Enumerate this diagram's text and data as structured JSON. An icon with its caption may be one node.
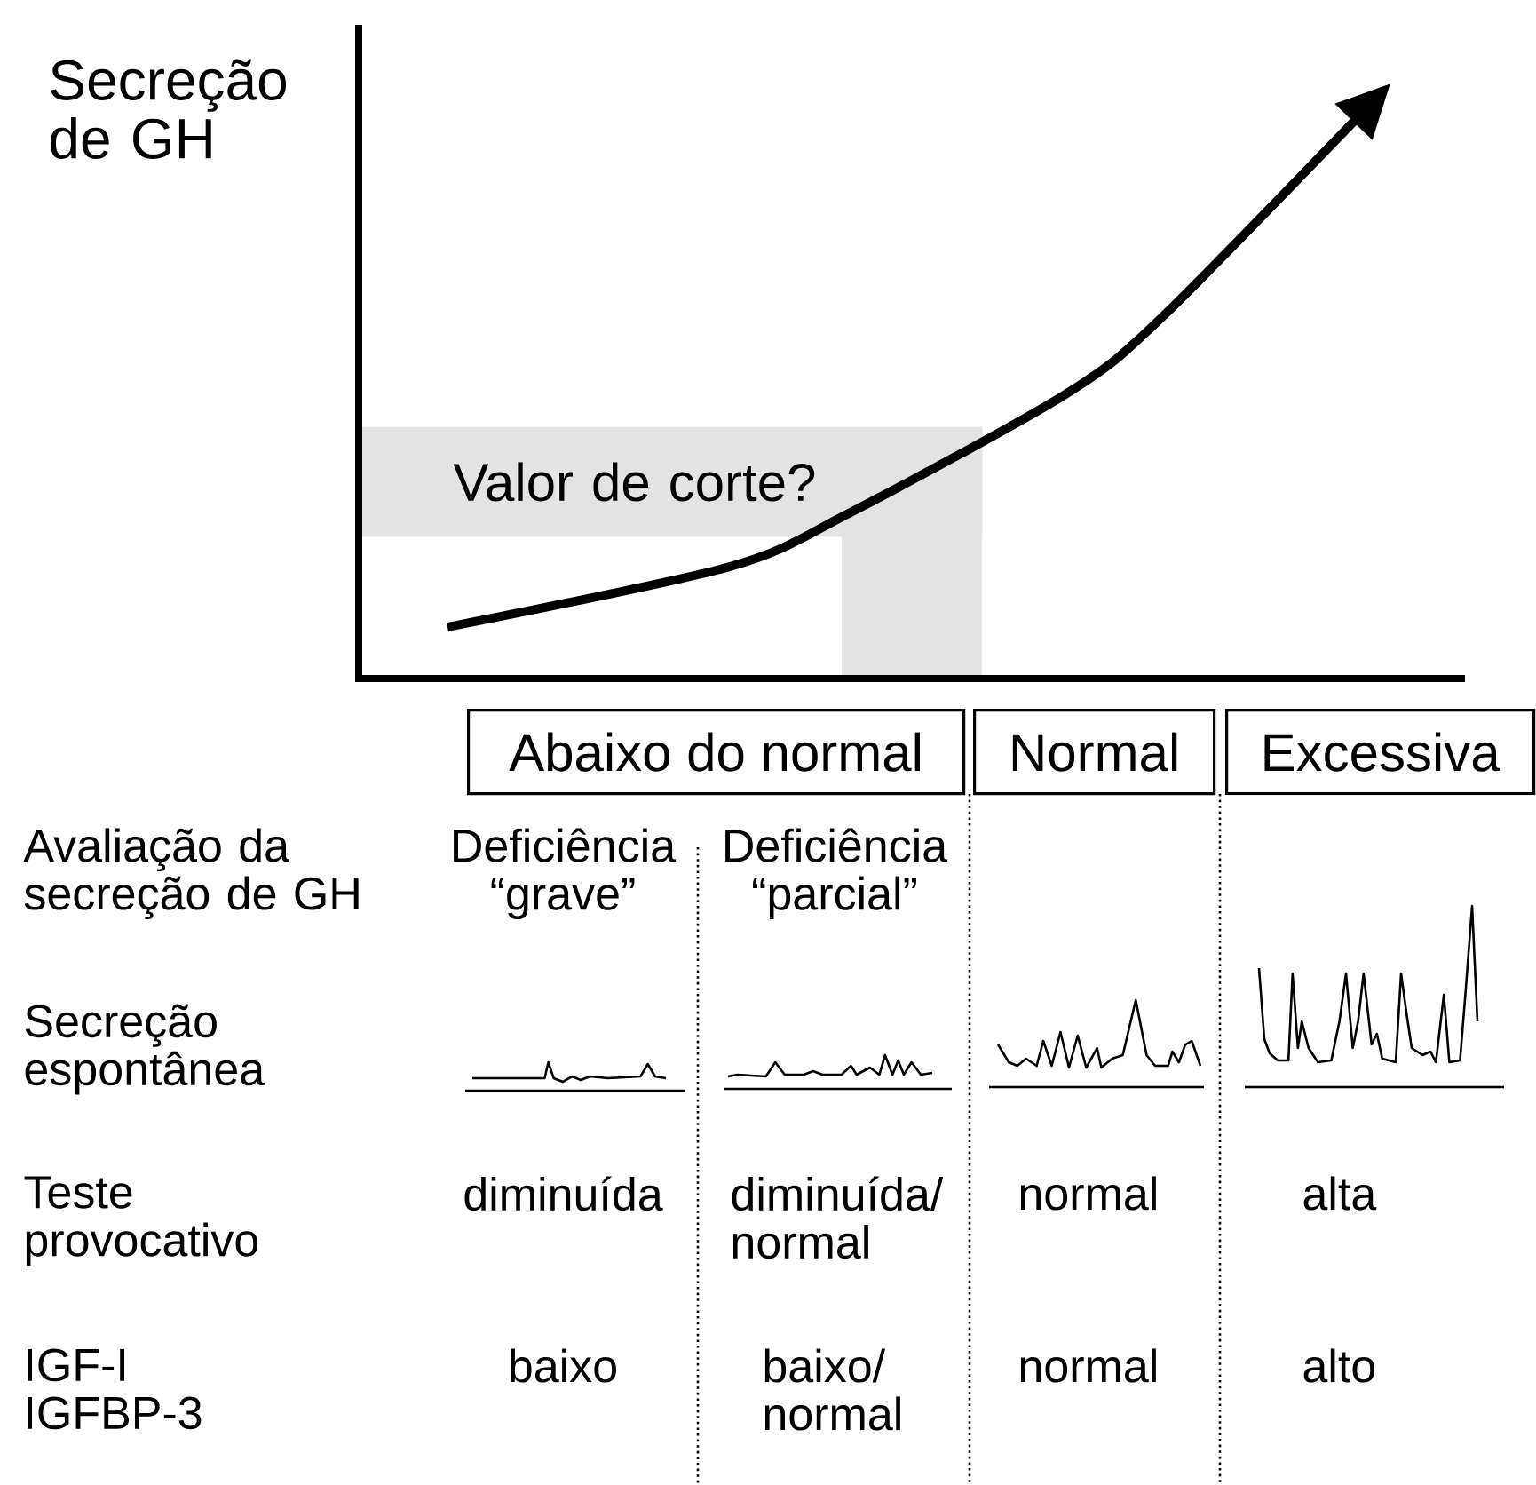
{
  "diagram": {
    "nodes": [
      {
        "text": [
          "Valor de corte?"
        ]
      },
      {
        "text": [
          "Abaixo do normal"
        ]
      },
      {
        "text": [
          "Normal"
        ]
      },
      {
        "text": [
          "Excessiva"
        ]
      }
    ],
    "labels": [
      "Secreção de GH",
      "Avaliação da secreção de GH",
      "Deficiência “grave”",
      "Deficiência “parcial”",
      "Secreção espontânea",
      "Teste provocativo",
      "diminuída",
      "diminuída/ normal",
      "normal",
      "alta",
      "IGF-I IGFBP-3",
      "baixo",
      "baixo/ normal",
      "normal",
      "alto"
    ]
  }
}
